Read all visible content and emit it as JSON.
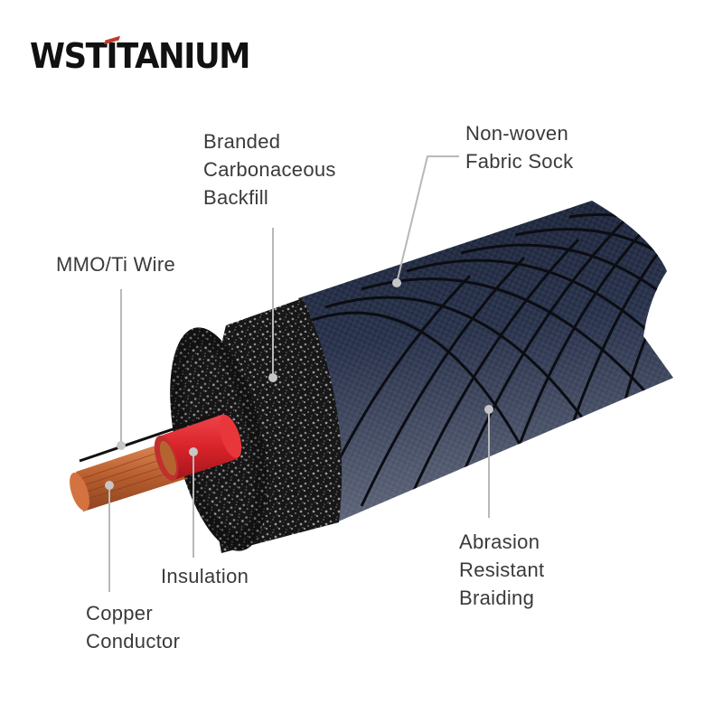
{
  "logo": {
    "text": "WSTITANIUM",
    "accent_color": "#c0392b"
  },
  "diagram": {
    "subject": "Anode cable cross-section",
    "colors": {
      "braid_top": "#1c2538",
      "braid_bottom": "#5a6178",
      "backfill": "#1a1a1a",
      "insulation": "#d9252b",
      "copper": "#c86a3a",
      "leader_line": "#b8b8b8"
    },
    "labels": [
      {
        "id": "backfill",
        "lines": [
          "Branded",
          "Carbonaceous",
          "Backfill"
        ]
      },
      {
        "id": "fabric-sock",
        "lines": [
          "Non-woven",
          "Fabric Sock"
        ]
      },
      {
        "id": "mmo-wire",
        "lines": [
          "MMO/Ti Wire"
        ]
      },
      {
        "id": "insulation",
        "lines": [
          "Insulation"
        ]
      },
      {
        "id": "copper",
        "lines": [
          "Copper",
          "Conductor"
        ]
      },
      {
        "id": "braiding",
        "lines": [
          "Abrasion",
          "Resistant",
          "Braiding"
        ]
      }
    ]
  }
}
